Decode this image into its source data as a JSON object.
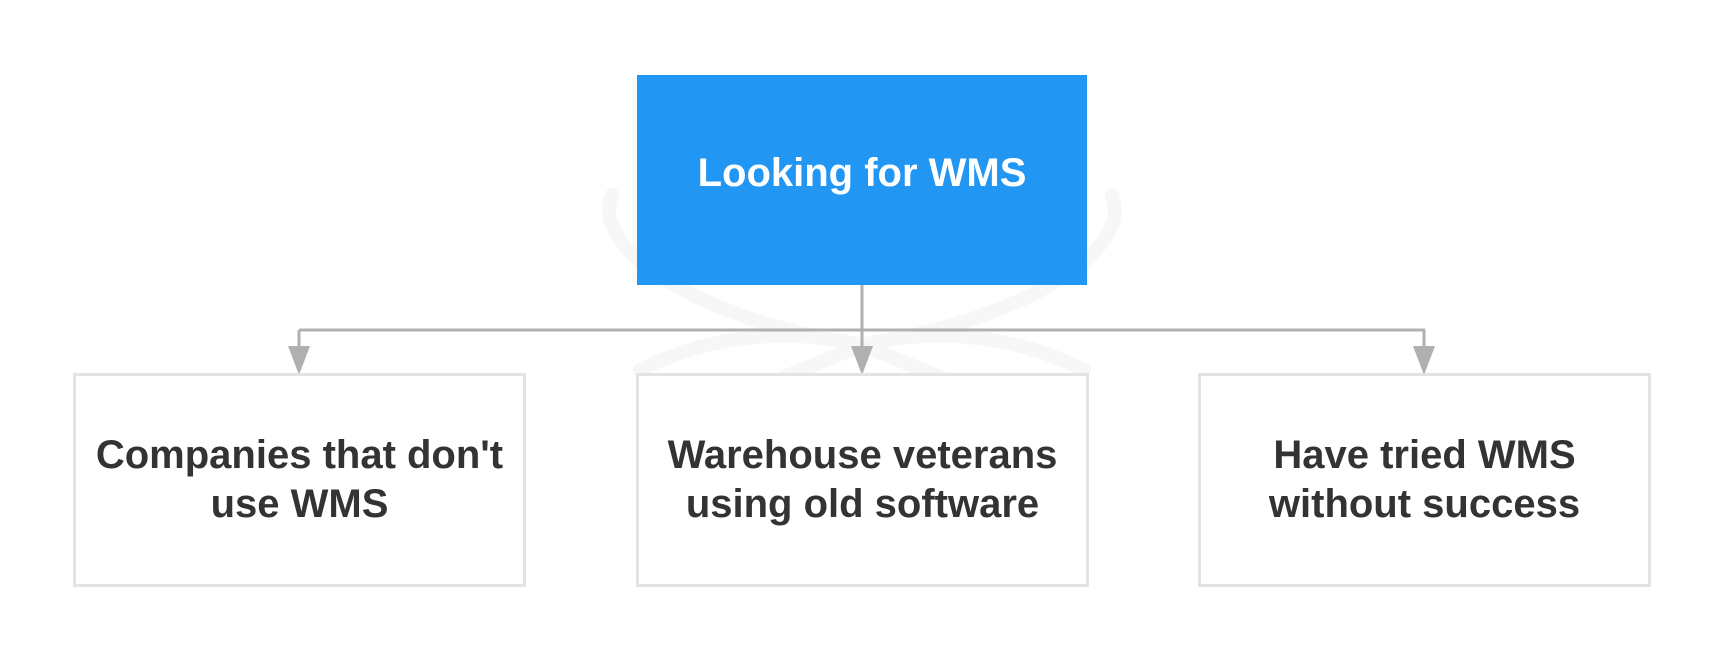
{
  "diagram": {
    "type": "hierarchy",
    "root": {
      "label": "Looking for WMS",
      "fill": "#2196f3",
      "text_color": "#ffffff"
    },
    "children": [
      {
        "label": "Companies that don't use WMS"
      },
      {
        "label": "Warehouse veterans using old software"
      },
      {
        "label": "Have tried WMS without success"
      }
    ],
    "child_style": {
      "border": "#e3e3e3",
      "text_color": "#333333"
    },
    "connector_color": "#b0b0b0"
  }
}
